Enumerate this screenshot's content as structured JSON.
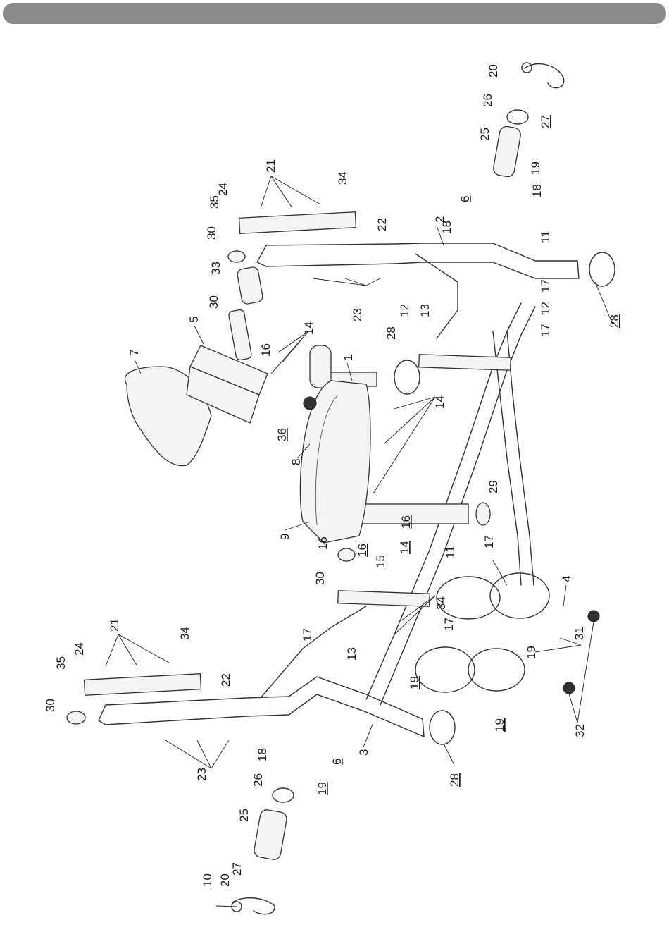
{
  "callouts": [
    {
      "id": "c1",
      "text": "1"
    },
    {
      "id": "c2",
      "text": "2"
    },
    {
      "id": "c3",
      "text": "3"
    },
    {
      "id": "c4",
      "text": "4"
    },
    {
      "id": "c5",
      "text": "5"
    },
    {
      "id": "c6a",
      "text": "6"
    },
    {
      "id": "c6b",
      "text": "6"
    },
    {
      "id": "c7",
      "text": "7"
    },
    {
      "id": "c8",
      "text": "8"
    },
    {
      "id": "c9",
      "text": "9"
    },
    {
      "id": "c10",
      "text": "10"
    },
    {
      "id": "c11a",
      "text": "11"
    },
    {
      "id": "c11b",
      "text": "11"
    },
    {
      "id": "c12a",
      "text": "12"
    },
    {
      "id": "c12b",
      "text": "12"
    },
    {
      "id": "c13a",
      "text": "13"
    },
    {
      "id": "c13b",
      "text": "13"
    },
    {
      "id": "c14a",
      "text": "14"
    },
    {
      "id": "c14b",
      "text": "14"
    },
    {
      "id": "c14c",
      "text": "14"
    },
    {
      "id": "c15",
      "text": "15"
    },
    {
      "id": "c16a",
      "text": "16"
    },
    {
      "id": "c16b",
      "text": "16"
    },
    {
      "id": "c16c",
      "text": "16"
    },
    {
      "id": "c16d",
      "text": "16"
    },
    {
      "id": "c17a",
      "text": "17"
    },
    {
      "id": "c17b",
      "text": "17"
    },
    {
      "id": "c17c",
      "text": "17"
    },
    {
      "id": "c17d",
      "text": "17"
    },
    {
      "id": "c17e",
      "text": "17"
    },
    {
      "id": "c18a",
      "text": "18"
    },
    {
      "id": "c18b",
      "text": "18"
    },
    {
      "id": "c18c",
      "text": "18"
    },
    {
      "id": "c19a",
      "text": "19"
    },
    {
      "id": "c19b",
      "text": "19"
    },
    {
      "id": "c19c",
      "text": "19"
    },
    {
      "id": "c19d",
      "text": "19"
    },
    {
      "id": "c19e",
      "text": "19"
    },
    {
      "id": "c20a",
      "text": "20"
    },
    {
      "id": "c20b",
      "text": "20"
    },
    {
      "id": "c21a",
      "text": "21"
    },
    {
      "id": "c21b",
      "text": "21"
    },
    {
      "id": "c22a",
      "text": "22"
    },
    {
      "id": "c22b",
      "text": "22"
    },
    {
      "id": "c23a",
      "text": "23"
    },
    {
      "id": "c23b",
      "text": "23"
    },
    {
      "id": "c24a",
      "text": "24"
    },
    {
      "id": "c24b",
      "text": "24"
    },
    {
      "id": "c25a",
      "text": "25"
    },
    {
      "id": "c25b",
      "text": "25"
    },
    {
      "id": "c26a",
      "text": "26"
    },
    {
      "id": "c26b",
      "text": "26"
    },
    {
      "id": "c27a",
      "text": "27"
    },
    {
      "id": "c27b",
      "text": "27"
    },
    {
      "id": "c28a",
      "text": "28"
    },
    {
      "id": "c28b",
      "text": "28"
    },
    {
      "id": "c28c",
      "text": "28"
    },
    {
      "id": "c29",
      "text": "29"
    },
    {
      "id": "c30a",
      "text": "30"
    },
    {
      "id": "c30b",
      "text": "30"
    },
    {
      "id": "c30c",
      "text": "30"
    },
    {
      "id": "c30d",
      "text": "30"
    },
    {
      "id": "c31",
      "text": "31"
    },
    {
      "id": "c32",
      "text": "32"
    },
    {
      "id": "c33",
      "text": "33"
    },
    {
      "id": "c34a",
      "text": "34"
    },
    {
      "id": "c34b",
      "text": "34"
    },
    {
      "id": "c34c",
      "text": "34"
    },
    {
      "id": "c35a",
      "text": "35"
    },
    {
      "id": "c35b",
      "text": "35"
    },
    {
      "id": "c36",
      "text": "36"
    }
  ]
}
